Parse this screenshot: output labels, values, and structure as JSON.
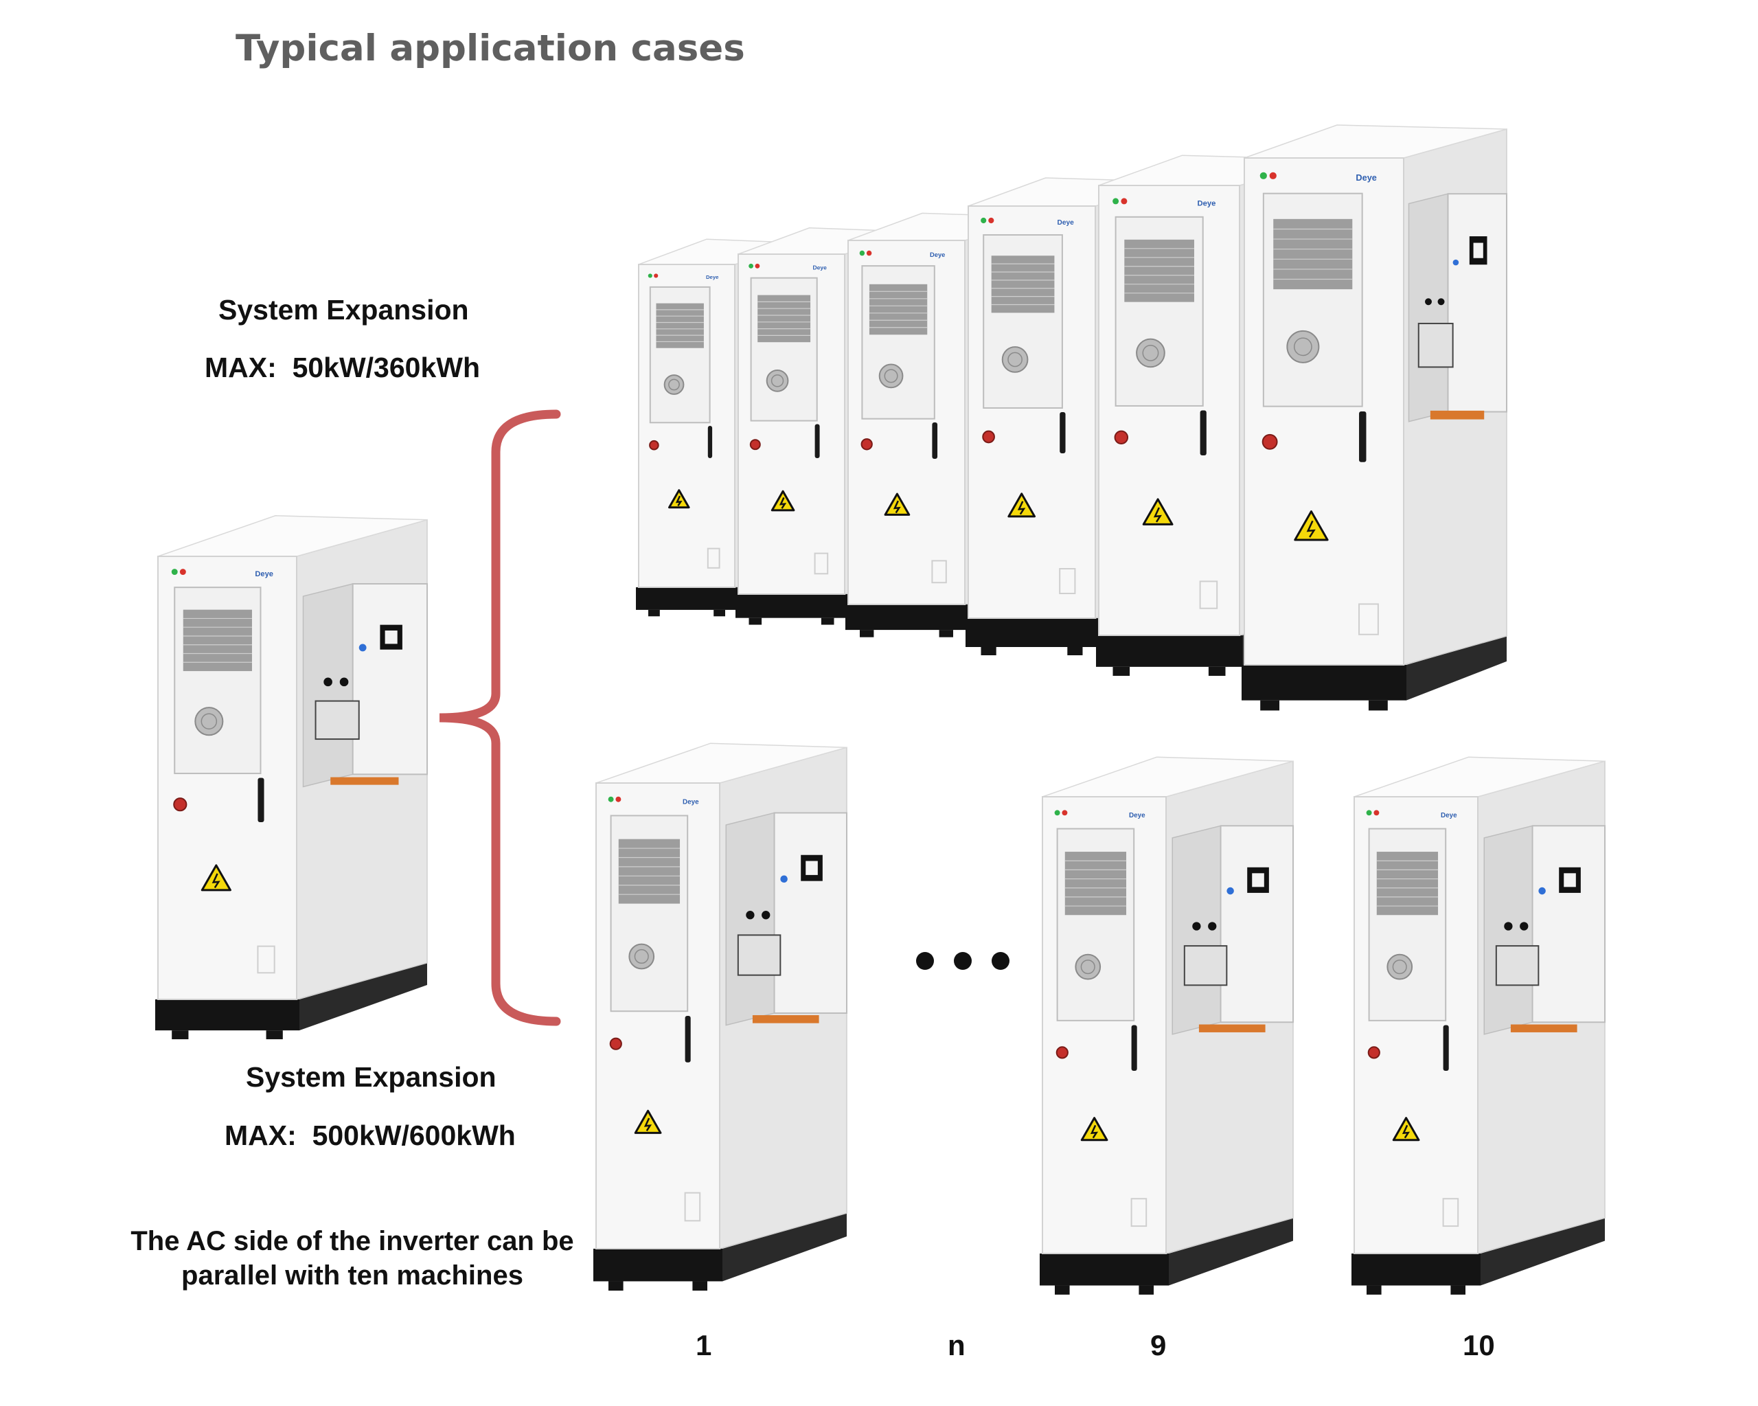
{
  "title": "Typical application cases",
  "upper_expansion": {
    "heading": "System Expansion",
    "max_label": "MAX:",
    "max_value": "50kW/360kWh"
  },
  "lower_expansion": {
    "heading": "System Expansion",
    "max_label": "MAX:",
    "max_value": "500kW/600kWh"
  },
  "parallel_note": "The AC side of the inverter can be parallel with ten machines",
  "machine_numbers": [
    "1",
    "n",
    "9",
    "10"
  ],
  "ellipsis": "• • •",
  "cabinet_brand": "Deye",
  "colors": {
    "bracket": "#c95a5a",
    "title": "#5f5f5f",
    "cabinet_body": "#f7f7f7",
    "cabinet_side": "#e6e6e6",
    "base": "#141414",
    "warning_yellow": "#f5d90a",
    "led_green": "#2fb24a",
    "led_red": "#d8332c",
    "stop_button": "#c4302b",
    "indicator_blue": "#2f6fd6"
  }
}
